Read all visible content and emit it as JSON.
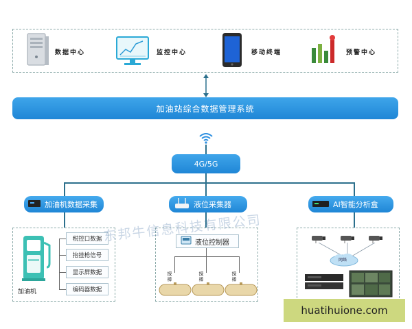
{
  "top_centers": [
    {
      "label": "数据中心",
      "icon": "server-icon"
    },
    {
      "label": "监控中心",
      "icon": "monitor-icon"
    },
    {
      "label": "移动终端",
      "icon": "mobile-icon"
    },
    {
      "label": "预警中心",
      "icon": "alert-chart-icon"
    }
  ],
  "system_bar": "加油站综合数据管理系统",
  "network_bar": "4G/5G",
  "branches": [
    {
      "label": "加油机数据采集",
      "icon": "data-collector-icon"
    },
    {
      "label": "液位采集器",
      "icon": "router-icon"
    },
    {
      "label": "AI智能分析盒",
      "icon": "ai-box-icon"
    }
  ],
  "dispenser": {
    "label": "加油机",
    "data_items": [
      "税控口数据",
      "抬挂枪信号",
      "显示屏数据",
      "编码器数据"
    ]
  },
  "level_controller": {
    "label": "液位控制器",
    "probe_label": "探棒"
  },
  "ai_network": {
    "cloud_label": "网络"
  },
  "watermark": "东邦牛信息科技有限公司",
  "brand": "huatihuione.com",
  "colors": {
    "accent": "#1f86d6",
    "pump": "#3cc0b4",
    "brand_bg": "#cdd87f"
  }
}
